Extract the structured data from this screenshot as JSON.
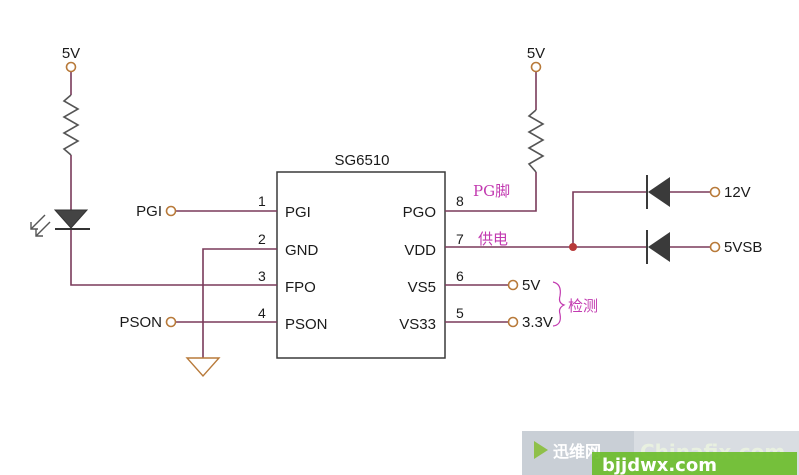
{
  "chip": {
    "name": "SG6510",
    "pins_left": [
      {
        "num": "1",
        "label": "PGI"
      },
      {
        "num": "2",
        "label": "GND"
      },
      {
        "num": "3",
        "label": "FPO"
      },
      {
        "num": "4",
        "label": "PSON"
      }
    ],
    "pins_right": [
      {
        "num": "8",
        "label": "PGO"
      },
      {
        "num": "7",
        "label": "VDD"
      },
      {
        "num": "6",
        "label": "VS5"
      },
      {
        "num": "5",
        "label": "VS33"
      }
    ]
  },
  "nets": {
    "left_5v": "5V",
    "right_5v": "5V",
    "pgi": "PGI",
    "pson": "PSON",
    "v12": "12V",
    "v5vsb": "5VSB",
    "vs5_out": "5V",
    "vs33_out": "3.3V"
  },
  "notes": {
    "pg_pin": "PG脚",
    "power_supply": "供电",
    "detect": "检测"
  },
  "watermark": {
    "site_cn": "迅维网",
    "site_en": "Chinafix.com",
    "url": "bjjdwx.com"
  },
  "colors": {
    "wire": "#7a3a5a",
    "component": "#555555",
    "node": "#b83a3a",
    "annotation": "#c23ab0"
  }
}
